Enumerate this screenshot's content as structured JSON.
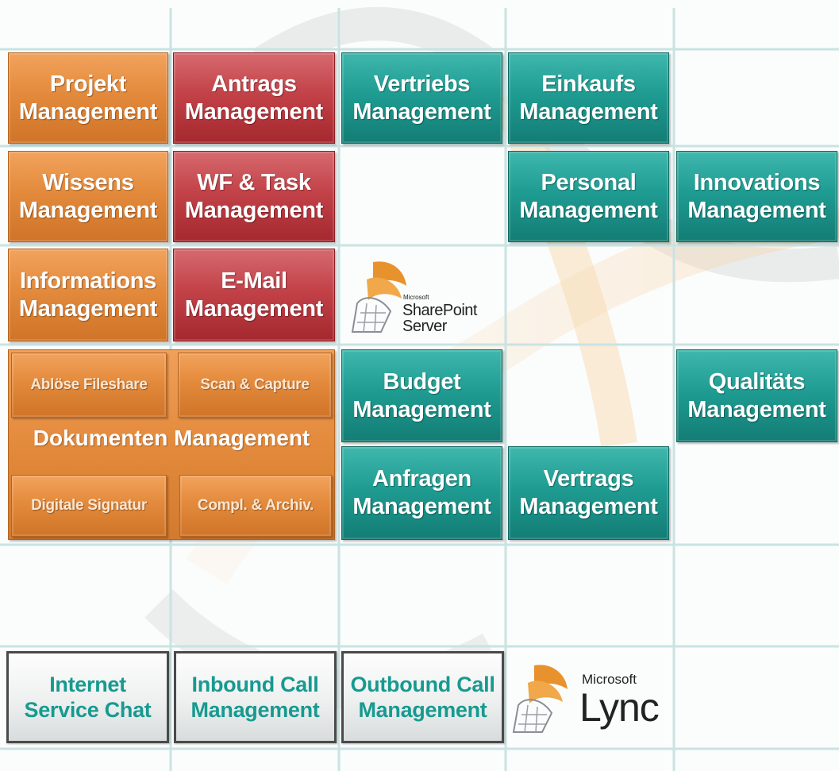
{
  "colors": {
    "orange": "#e38a3c",
    "red": "#c24248",
    "teal": "#1f9c92",
    "grey_text": "#179a90"
  },
  "tiles": {
    "projekt": [
      "Projekt",
      "Management"
    ],
    "antrags": [
      "Antrags",
      "Management"
    ],
    "vertriebs": [
      "Vertriebs",
      "Management"
    ],
    "einkaufs": [
      "Einkaufs",
      "Management"
    ],
    "wissens": [
      "Wissens",
      "Management"
    ],
    "wftask": [
      "WF & Task",
      "Management"
    ],
    "personal": [
      "Personal",
      "Management"
    ],
    "innovations": [
      "Innovations",
      "Management"
    ],
    "informations": [
      "Informations",
      "Management"
    ],
    "email": [
      "E-Mail",
      "Management"
    ],
    "budget": [
      "Budget",
      "Management"
    ],
    "qualitaets": [
      "Qualitäts",
      "Management"
    ],
    "anfragen": [
      "Anfragen",
      "Management"
    ],
    "vertrags": [
      "Vertrags",
      "Management"
    ]
  },
  "dokumenten": {
    "title": "Dokumenten Management",
    "abloese": "Ablöse Fileshare",
    "scan": "Scan & Capture",
    "signatur": "Digitale Signatur",
    "archiv": "Compl. & Archiv."
  },
  "lync_tiles": {
    "chat": [
      "Internet",
      "Service Chat"
    ],
    "inbound": [
      "Inbound Call",
      "Management"
    ],
    "outbound": [
      "Outbound Call",
      "Management"
    ]
  },
  "sharepoint_logo": {
    "vendor": "Microsoft",
    "product_line1": "SharePoint",
    "product_line2": "Server",
    "icon": "sharepoint-logo-icon"
  },
  "lync_logo": {
    "vendor": "Microsoft",
    "product": "Lync",
    "icon": "lync-logo-icon"
  }
}
